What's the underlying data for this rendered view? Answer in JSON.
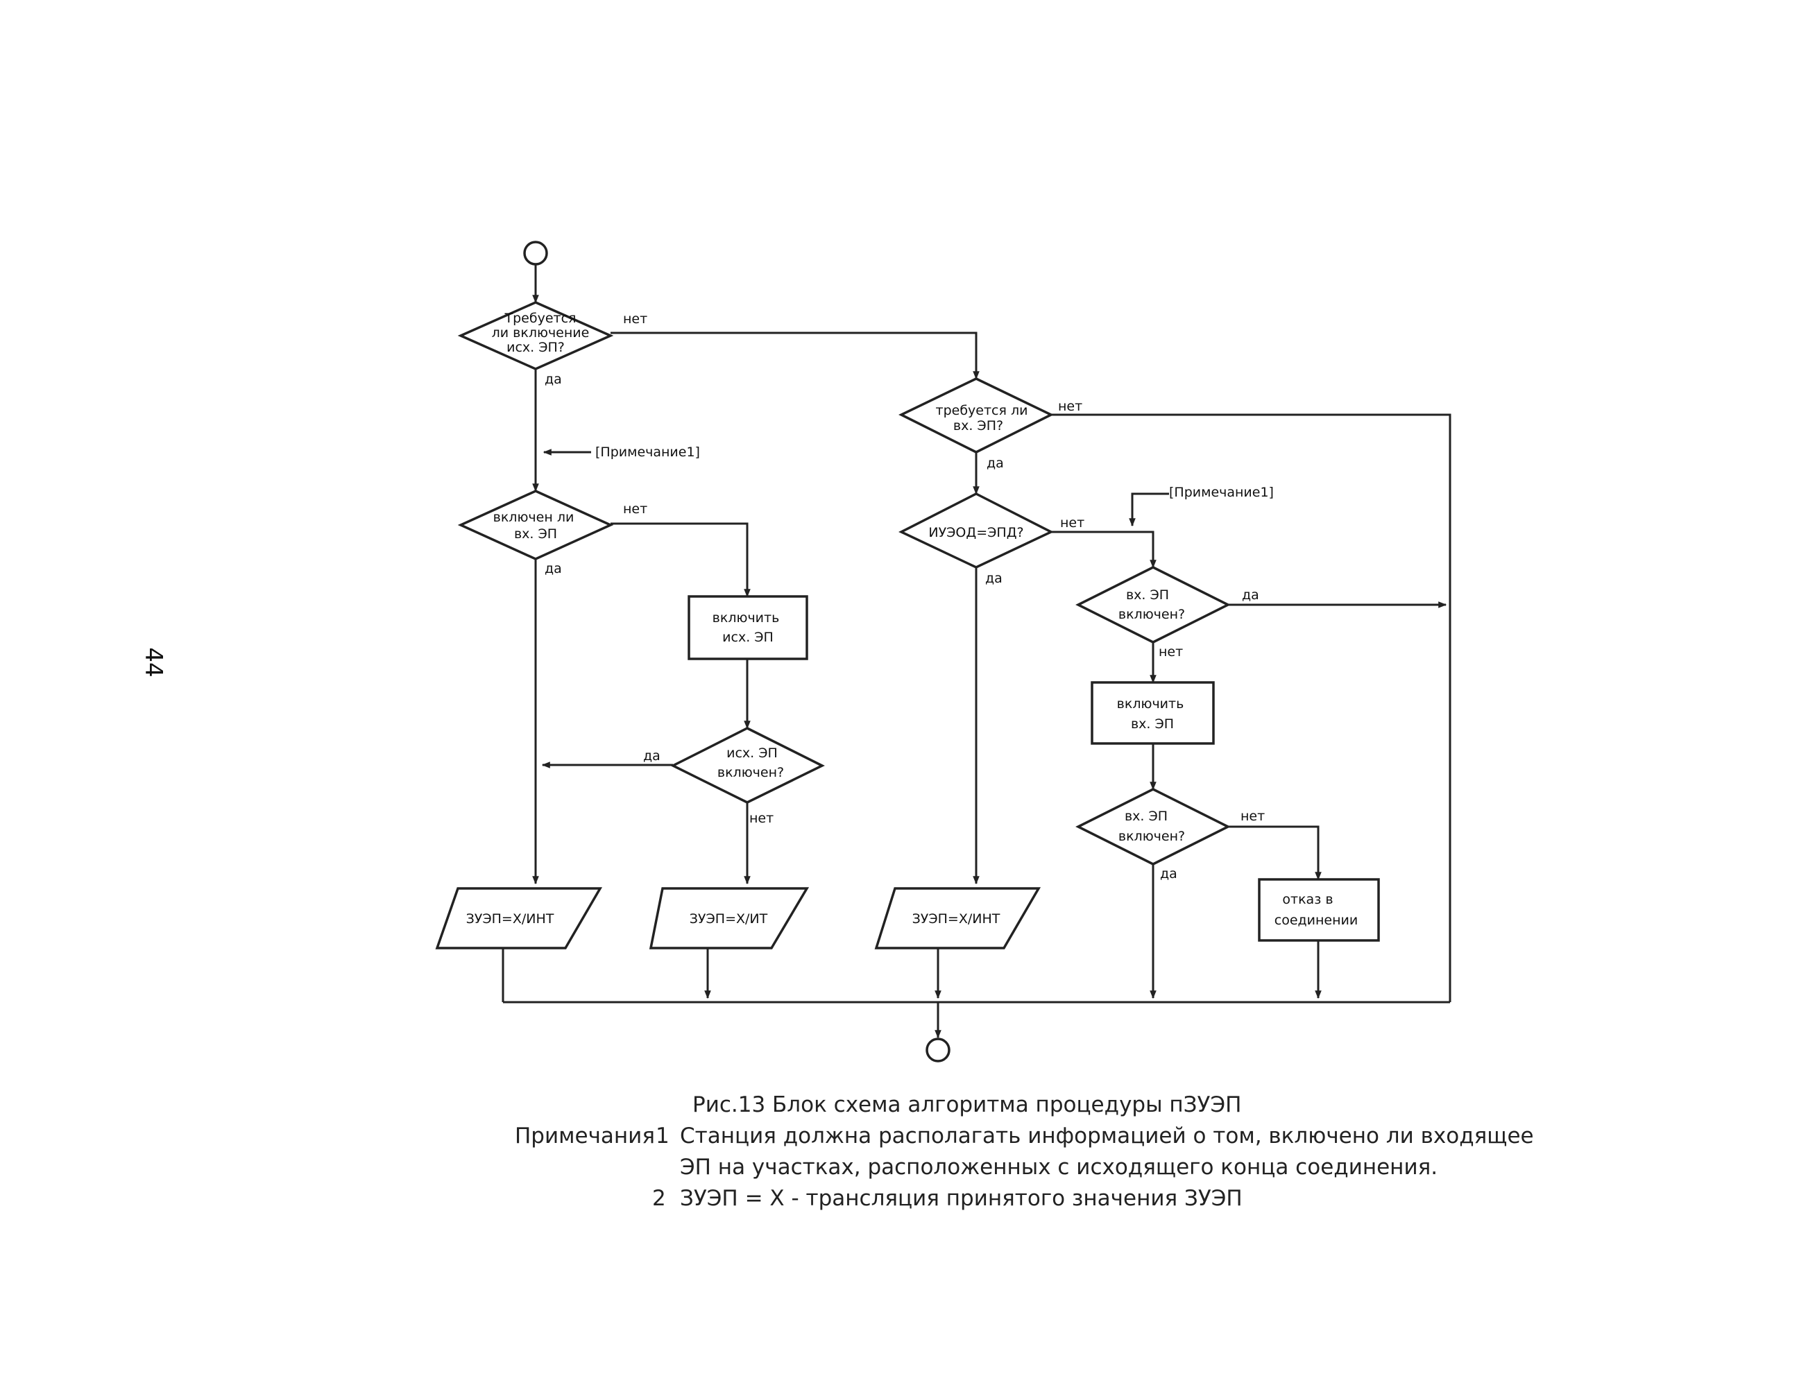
{
  "page_number": "44",
  "nodes": {
    "d1": [
      "Требуется",
      "ли включение",
      "исх. ЭП?"
    ],
    "d2": [
      "включен ли",
      "вх. ЭП"
    ],
    "b1": [
      "включить",
      "исх. ЭП"
    ],
    "d3": [
      "исх. ЭП",
      "включен?"
    ],
    "p1": "ЗУЭП=Х/ИНТ",
    "p2": "ЗУЭП=Х/ИТ",
    "d4": [
      "требуется ли",
      "вх. ЭП?"
    ],
    "d5": "ИУЭОД=ЭПД?",
    "p3": "ЗУЭП=Х/ИНТ",
    "d6": [
      "вх. ЭП",
      "включен?"
    ],
    "b2": [
      "включить",
      "вх. ЭП"
    ],
    "d7": [
      "вх. ЭП",
      "включен?"
    ],
    "b3": [
      "отказ в",
      "соединении"
    ]
  },
  "edge_labels": {
    "d1_no": "нет",
    "d1_yes": "да",
    "note_left": "[Примечание1]",
    "d2_no": "нет",
    "d2_yes": "да",
    "d3_yes": "да",
    "d3_no": "нет",
    "d4_no": "нет",
    "d4_yes": "да",
    "d5_no": "нет",
    "d5_yes": "да",
    "note_right": "[Примечание1]",
    "d6_yes": "да",
    "d6_no": "нет",
    "d7_no": "нет",
    "d7_yes": "да"
  },
  "caption": {
    "title": "Рис.13 Блок схема алгоритма процедуры пЗУЭП",
    "notes_label": "Примечания",
    "note1_number": "1",
    "note1_line1": "Станция должна располагать информацией о том, включено ли входящее",
    "note1_line2": "ЭП на участках, расположенных с исходящего конца соединения.",
    "note2_number": "2",
    "note2_text": "ЗУЭП = Х - трансляция принятого значения ЗУЭП"
  }
}
